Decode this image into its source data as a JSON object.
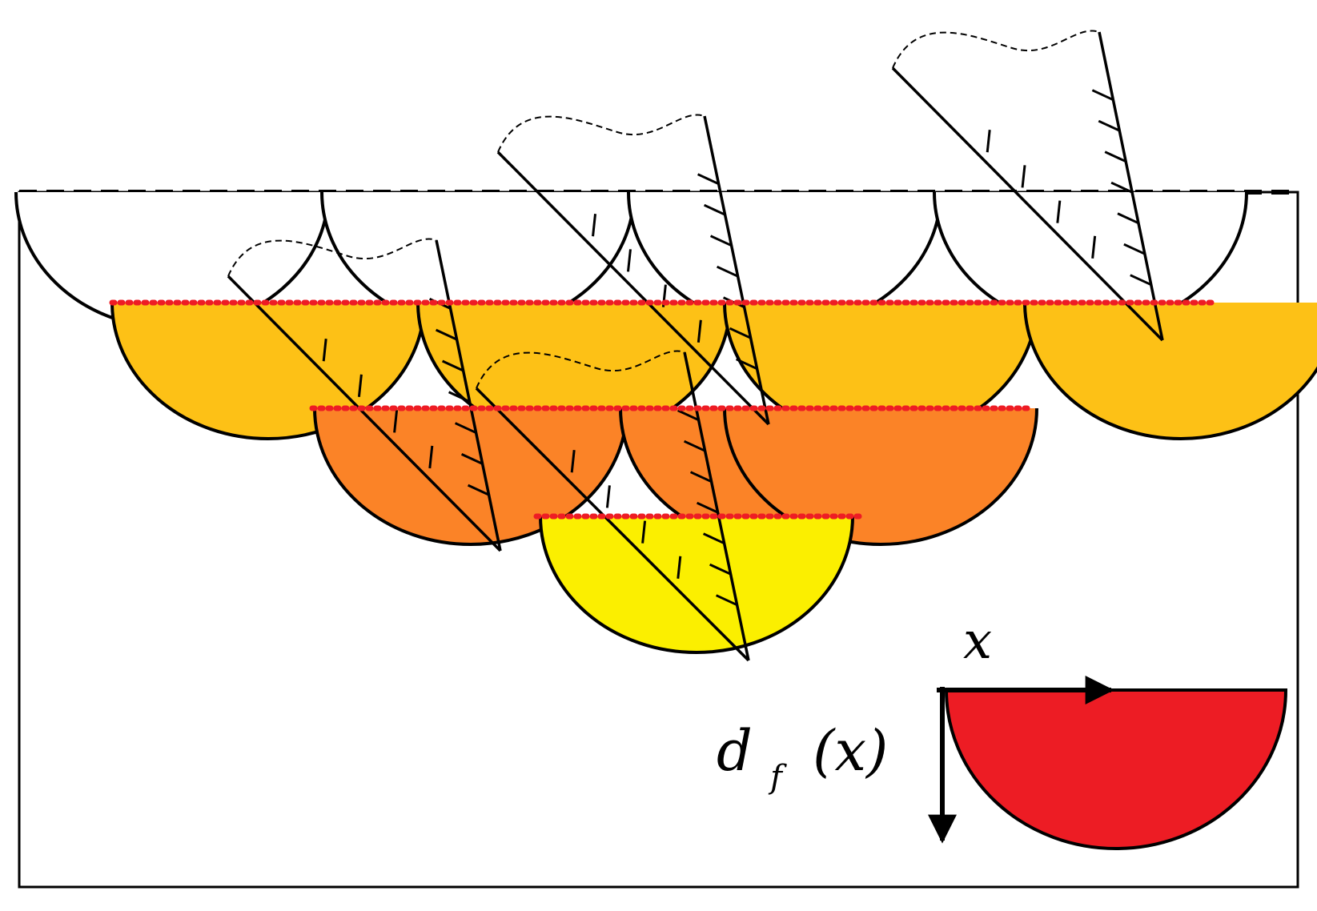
{
  "labels": {
    "x_axis": "x",
    "depth_symbol": "d",
    "depth_subscript": "f",
    "depth_argument": "(x)"
  },
  "colors": {
    "layer_top": "#ffffff",
    "layer_1": "#fdc116",
    "layer_2": "#fb8327",
    "layer_3": "#fbef00",
    "legend_scallop": "#ed1c24",
    "level_line": "#ee1c24",
    "outline": "#000000"
  },
  "icons": [
    "cutting-tool-icon",
    "x-direction-arrow-icon",
    "depth-direction-arrow-icon"
  ]
}
